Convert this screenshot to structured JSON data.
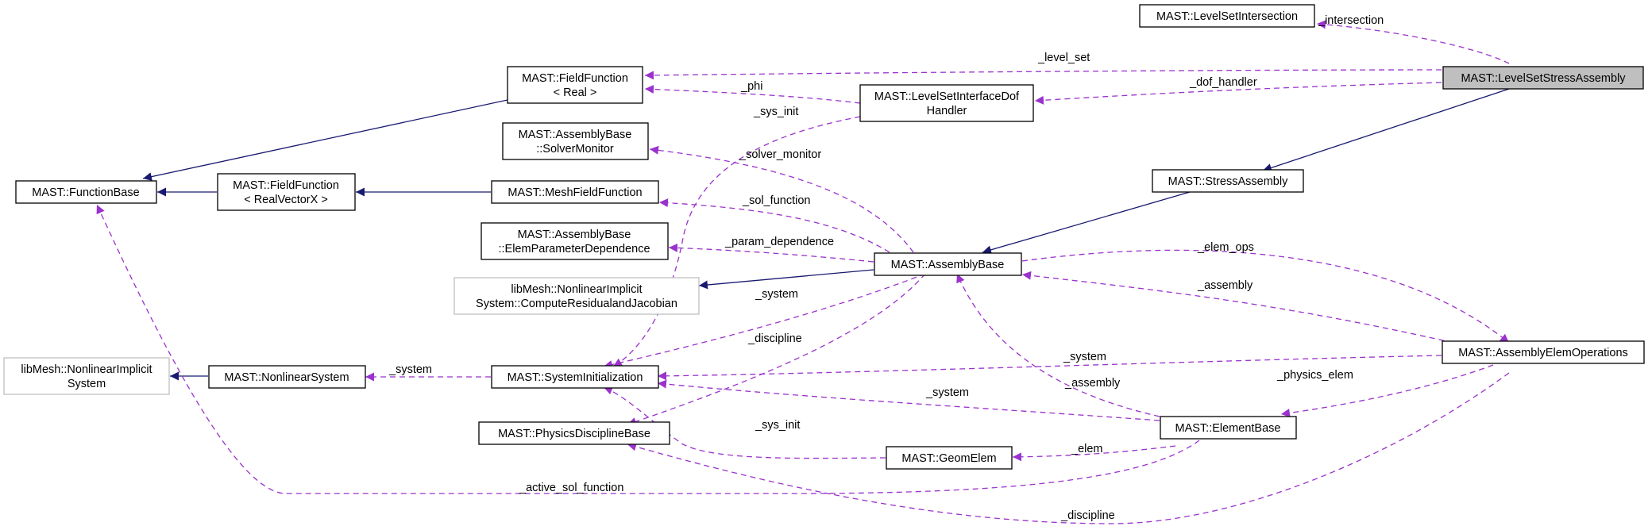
{
  "colors": {
    "inheritance": "#191970",
    "usage": "#9a32cd",
    "external_border": "#bfbfbf",
    "highlight_fill": "#bfbfbf"
  },
  "nodes": {
    "level_set_intersection": {
      "lines": [
        "MAST::LevelSetIntersection"
      ]
    },
    "field_function_real": {
      "lines": [
        "MAST::FieldFunction",
        "< Real >"
      ]
    },
    "level_set_interface_dof_handler": {
      "lines": [
        "MAST::LevelSetInterfaceDof",
        "Handler"
      ]
    },
    "level_set_stress_assembly": {
      "lines": [
        "MAST::LevelSetStressAssembly"
      ]
    },
    "solver_monitor": {
      "lines": [
        "MAST::AssemblyBase",
        "::SolverMonitor"
      ]
    },
    "function_base": {
      "lines": [
        "MAST::FunctionBase"
      ]
    },
    "field_function_vector": {
      "lines": [
        "MAST::FieldFunction",
        "< RealVectorX >"
      ]
    },
    "mesh_field_function": {
      "lines": [
        "MAST::MeshFieldFunction"
      ]
    },
    "stress_assembly": {
      "lines": [
        "MAST::StressAssembly"
      ]
    },
    "elem_parameter_dependence": {
      "lines": [
        "MAST::AssemblyBase",
        "::ElemParameterDependence"
      ]
    },
    "assembly_base": {
      "lines": [
        "MAST::AssemblyBase"
      ]
    },
    "compute_residual_jacobian": {
      "lines": [
        "libMesh::NonlinearImplicit",
        "System::ComputeResidualandJacobian"
      ]
    },
    "libmesh_nonlinear_system": {
      "lines": [
        "libMesh::NonlinearImplicit",
        "System"
      ]
    },
    "nonlinear_system": {
      "lines": [
        "MAST::NonlinearSystem"
      ]
    },
    "system_initialization": {
      "lines": [
        "MAST::SystemInitialization"
      ]
    },
    "assembly_elem_operations": {
      "lines": [
        "MAST::AssemblyElemOperations"
      ]
    },
    "physics_discipline_base": {
      "lines": [
        "MAST::PhysicsDisciplineBase"
      ]
    },
    "geom_elem": {
      "lines": [
        "MAST::GeomElem"
      ]
    },
    "element_base": {
      "lines": [
        "MAST::ElementBase"
      ]
    }
  },
  "edge_labels": {
    "intersection": "_intersection",
    "level_set": "_level_set",
    "phi": "_phi",
    "dof_handler": "_dof_handler",
    "sys_init_top": "_sys_init",
    "solver_monitor": "_solver_monitor",
    "sol_function": "_sol_function",
    "param_dependence": "_param_dependence",
    "elem_ops": "_elem_ops",
    "assembly_right": "_assembly",
    "system_mid": "_system",
    "discipline_mid": "_discipline",
    "system_left": "_system",
    "system_right": "_system",
    "physics_elem": "_physics_elem",
    "assembly_elem": "_assembly",
    "system_elem": "_system",
    "sys_init_bottom": "_sys_init",
    "elem": "_elem",
    "active_sol_function": "_active_sol_function",
    "discipline_bottom": "_discipline"
  }
}
